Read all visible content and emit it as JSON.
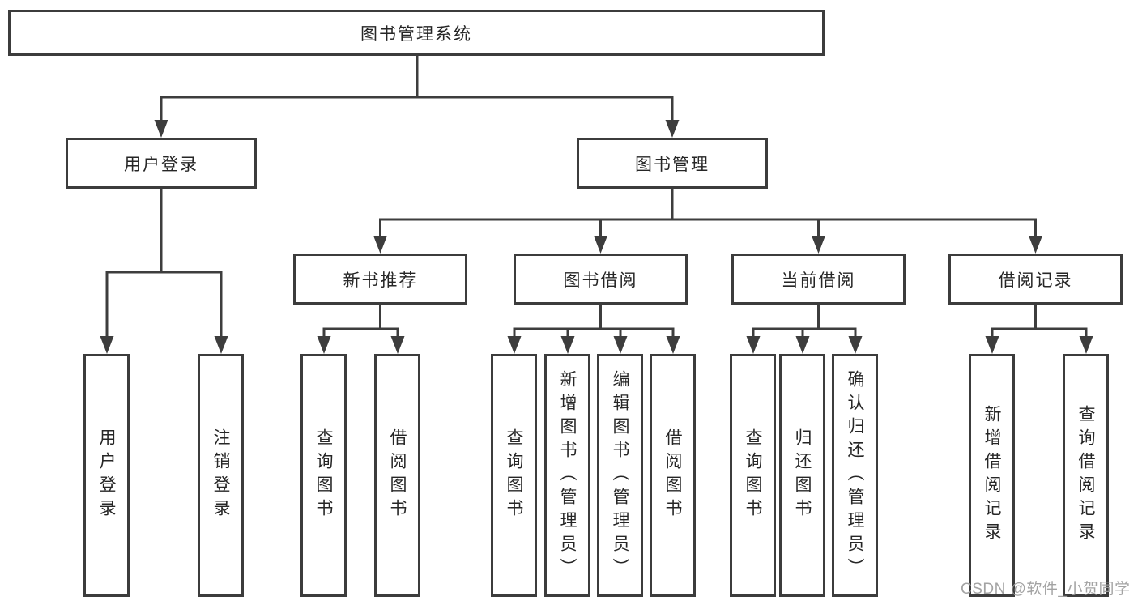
{
  "diagram_title": "图书管理系统",
  "tree": {
    "label": "图书管理系统",
    "children": [
      {
        "label": "用户登录",
        "children": [
          {
            "label": "用户登录"
          },
          {
            "label": "注销登录"
          }
        ]
      },
      {
        "label": "图书管理",
        "children": [
          {
            "label": "新书推荐",
            "children": [
              {
                "label": "查询图书"
              },
              {
                "label": "借阅图书"
              }
            ]
          },
          {
            "label": "图书借阅",
            "children": [
              {
                "label": "查询图书"
              },
              {
                "label": "新增图书（管理员）"
              },
              {
                "label": "编辑图书（管理员）"
              },
              {
                "label": "借阅图书"
              }
            ]
          },
          {
            "label": "当前借阅",
            "children": [
              {
                "label": "查询图书"
              },
              {
                "label": "归还图书"
              },
              {
                "label": "确认归还（管理员）"
              }
            ]
          },
          {
            "label": "借阅记录",
            "children": [
              {
                "label": "新增借阅记录"
              },
              {
                "label": "查询借阅记录"
              }
            ]
          }
        ]
      }
    ]
  },
  "watermark": "CSDN @软件_小贺同学",
  "colors": {
    "line": "#3d3d3d",
    "box_border": "#3c3c3c",
    "text": "#262626",
    "watermark_text": "#9e9e9e",
    "background": "#ffffff"
  }
}
